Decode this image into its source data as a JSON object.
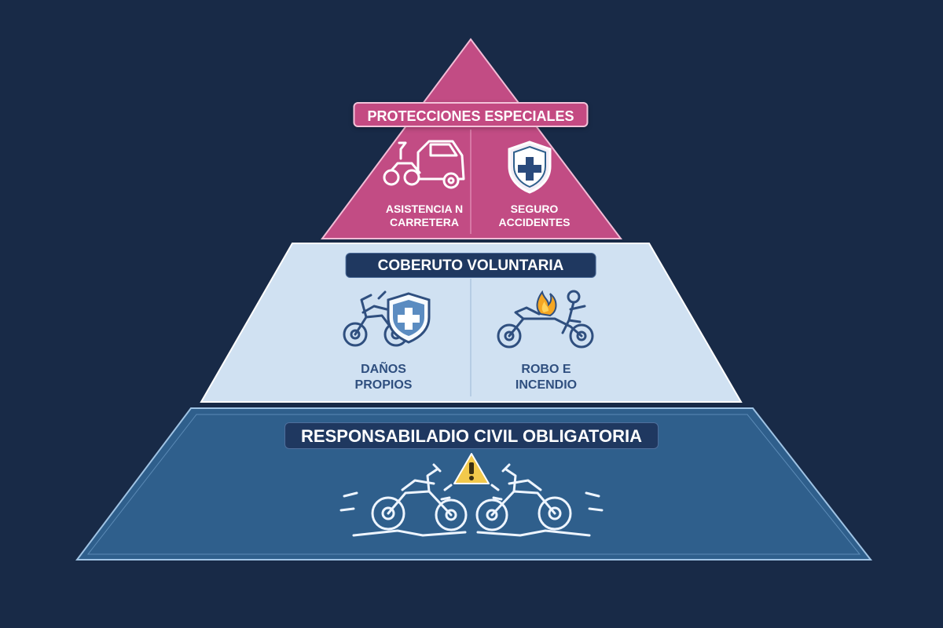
{
  "colors": {
    "background": "#182a47",
    "top_tier": "#c24c84",
    "middle_tier": "#d0e1f2",
    "bottom_tier": "#2f5f8c",
    "badge_dark": "#1f3860",
    "warning": "#f2c94c"
  },
  "pyramid": {
    "top": {
      "title": "PROTECCIONES ESPECIALES",
      "items": [
        {
          "line1": "ASISTENCIA N",
          "line2": "CARRETERA",
          "icon": "tow-truck-motorcycle-icon"
        },
        {
          "line1": "SEGURO",
          "line2": "ACCIDENTES",
          "icon": "shield-cross-icon"
        }
      ]
    },
    "middle": {
      "title": "COBERUTO VOLUNTARIA",
      "items": [
        {
          "line1": "DAÑOS",
          "line2": "PROPIOS",
          "icon": "motorcycle-shield-icon"
        },
        {
          "line1": "ROBO E",
          "line2": "INCENDIO",
          "icon": "motorcycle-fire-thief-icon"
        }
      ]
    },
    "bottom": {
      "title": "RESPONSABILADIO CIVIL OBLIGATORIA",
      "icon": "motorcycle-collision-warning-icon"
    }
  }
}
